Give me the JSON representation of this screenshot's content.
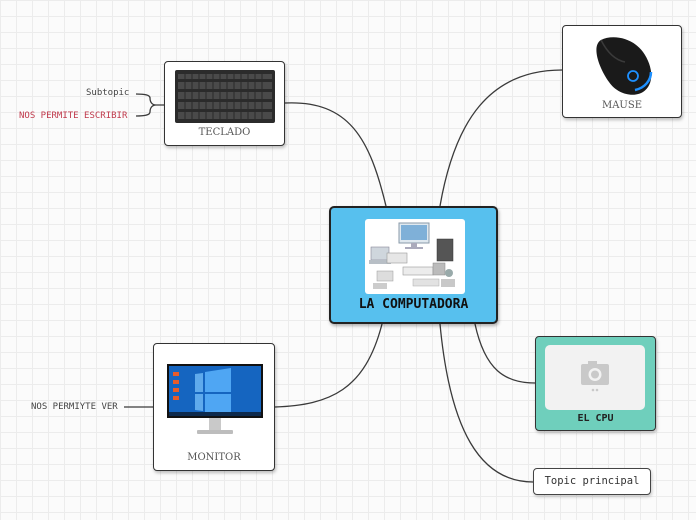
{
  "central": {
    "label": "LA COMPUTADORA"
  },
  "nodes": {
    "teclado": {
      "label": "TECLADO"
    },
    "mause": {
      "label": "MAUSE"
    },
    "monitor": {
      "label": "MONITOR"
    },
    "cpu": {
      "label": "EL CPU"
    },
    "topic": {
      "label": "Topic principal"
    }
  },
  "subtopics": {
    "teclado_1": "Subtopic",
    "teclado_2": "NOS PERMITE ESCRIBIR",
    "monitor_1": "NOS PERMIYTE VER"
  },
  "colors": {
    "central_fill": "#57c0ee",
    "cpu_fill": "#6fcfbc",
    "accent_text": "#c0394b",
    "line": "#333333"
  }
}
